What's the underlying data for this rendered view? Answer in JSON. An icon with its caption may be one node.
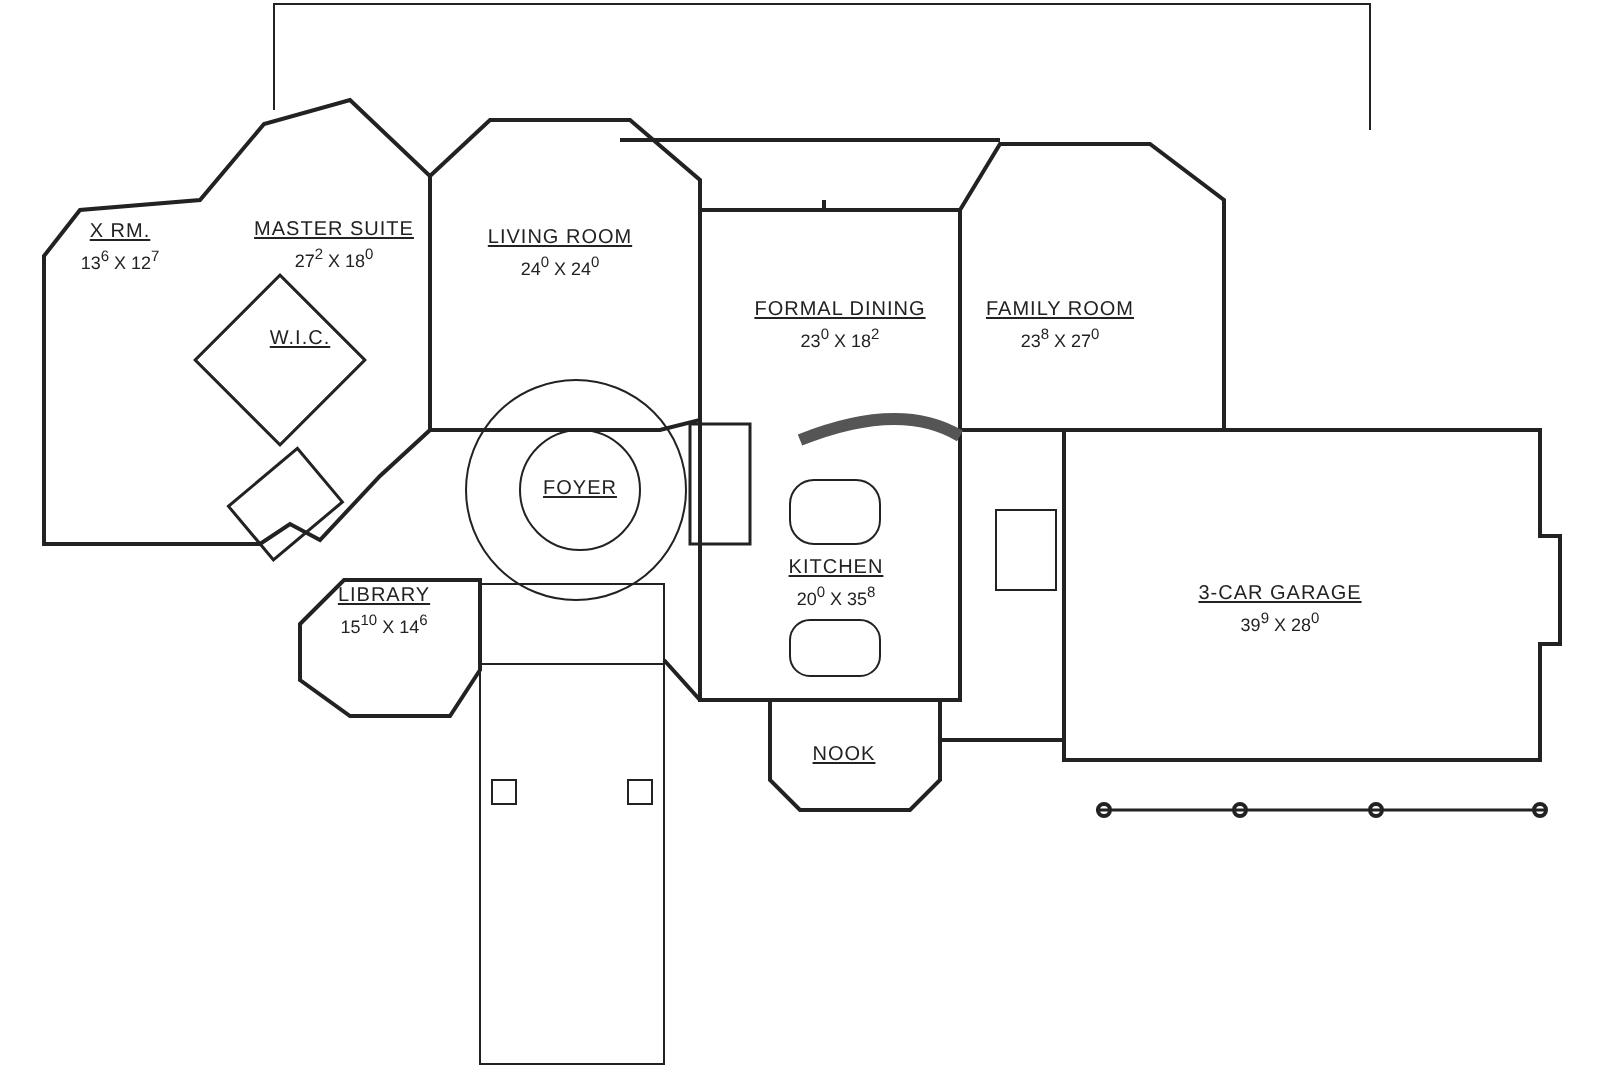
{
  "diagram": {
    "nodes": [
      {
        "text": [
          "X RM.",
          "13$^{6}$ X 12$^{7}$"
        ]
      },
      {
        "text": [
          "MASTER SUITE",
          "27$^{2}$ X 18$^{0}$"
        ]
      },
      {
        "text": [
          "W.I.C."
        ]
      },
      {
        "text": [
          "LIVING ROOM",
          "24$^{0}$ X 24$^{0}$"
        ]
      },
      {
        "text": [
          "FORMAL DINING",
          "23$^{0}$ X 18$^{2}$"
        ]
      },
      {
        "text": [
          "FAMILY ROOM",
          "23$^{8}$ X 27$^{0}$"
        ]
      },
      {
        "text": [
          "FOYER"
        ]
      },
      {
        "text": [
          "KITCHEN",
          "20$^{0}$ X 35$^{8}$"
        ]
      },
      {
        "text": [
          "LIBRARY",
          "15$^{10}$ X 14$^{6}$"
        ]
      },
      {
        "text": [
          "NOOK"
        ]
      },
      {
        "text": [
          "3-CAR GARAGE",
          "39$^{9}$ X 28$^{0}$"
        ]
      }
    ],
    "edges": []
  }
}
